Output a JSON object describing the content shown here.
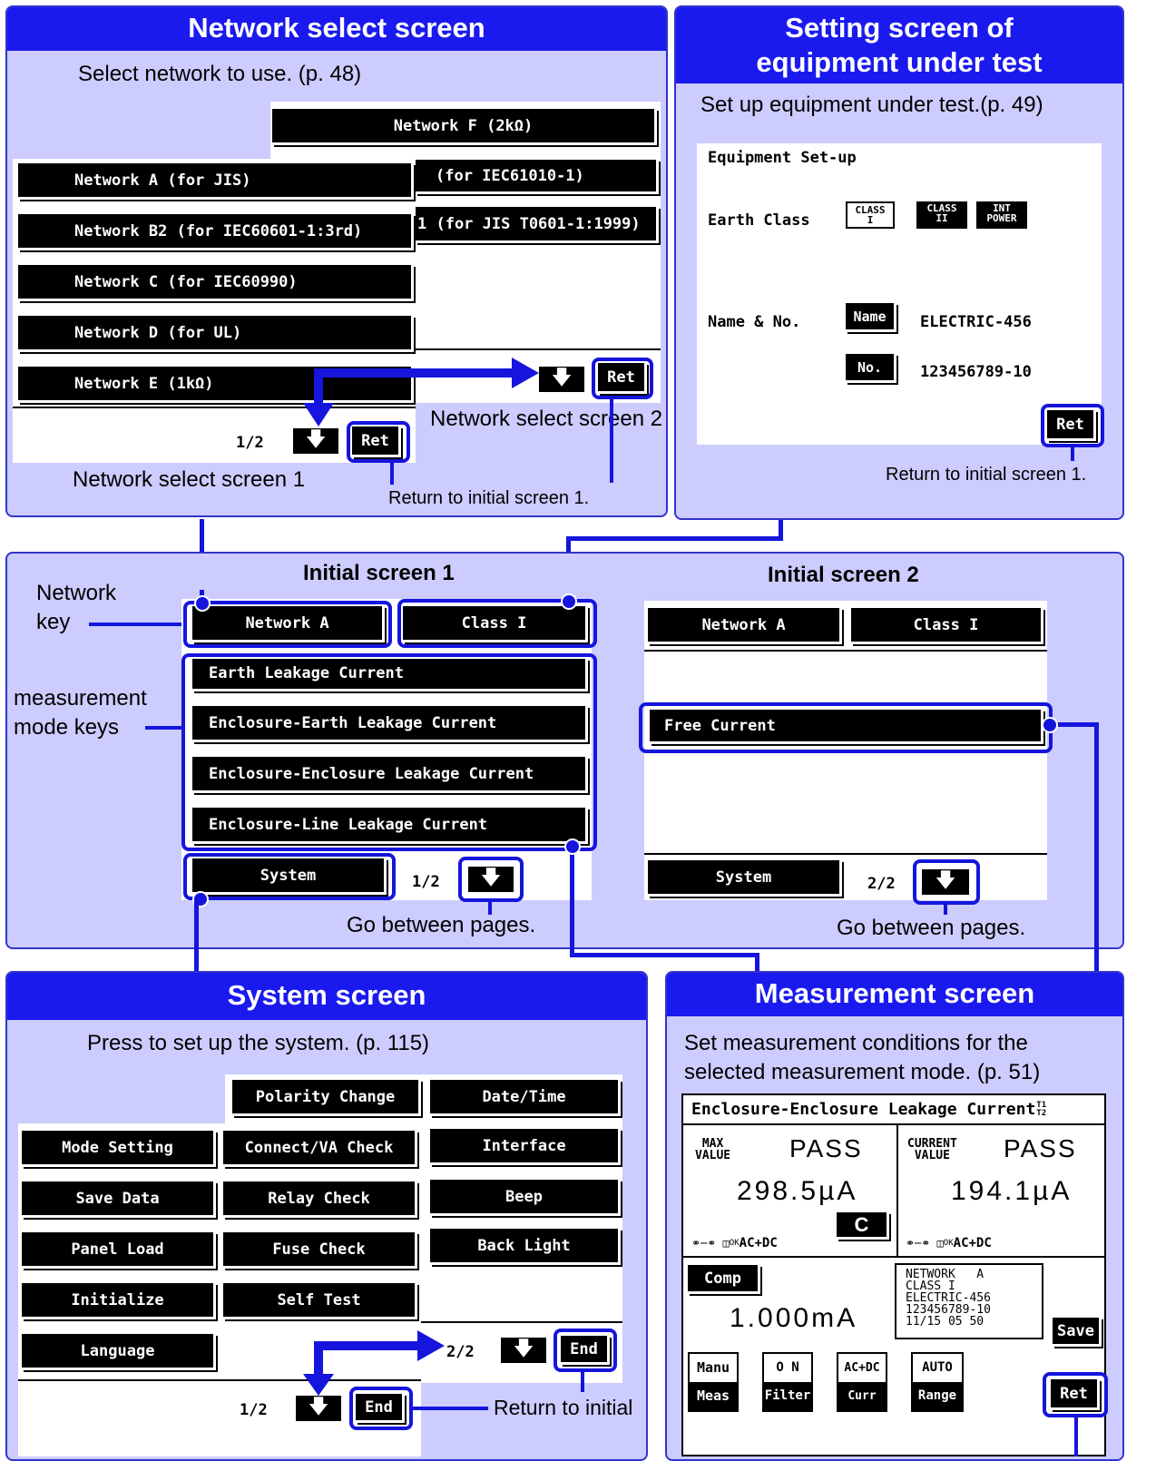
{
  "network_panel": {
    "title": "Network  select screen",
    "desc": "Select network to use. (p. 48)",
    "screen1_label": "Network select screen 1",
    "screen2_label": "Network select screen 2",
    "return_text": "Return to initial screen 1.",
    "page": "1/2",
    "ret": "Ret",
    "screen1_keys": [
      "Network A  (for JIS)",
      "Network B2 (for IEC60601-1:3rd)",
      "Network C  (for IEC60990)",
      "Network D  (for UL)",
      "Network E  (1kΩ)"
    ],
    "screen2_keys": [
      "Network F  (2kΩ)",
      "(for IEC61010-1)",
      "1 (for JIS T0601-1:1999)"
    ]
  },
  "equipment_panel": {
    "title_line1": "Setting screen of",
    "title_line2": "equipment under test",
    "desc": "Set up equipment under test.(p. 49)",
    "heading": "Equipment Set-up",
    "earth_class_label": "Earth Class",
    "class_keys": [
      "CLASS I",
      "CLASS II",
      "INT POWER"
    ],
    "name_no_label": "Name & No.",
    "name_key": "Name",
    "no_key": "No.",
    "name_value": "ELECTRIC-456",
    "no_value": "123456789-10",
    "ret": "Ret",
    "return_text": "Return to initial screen 1."
  },
  "initial_panel": {
    "screen1_title": "Initial screen 1",
    "screen2_title": "Initial screen 2",
    "network_key_label_1": "Network",
    "network_key_label_2": "key",
    "mode_keys_label_1": "measurement",
    "mode_keys_label_2": "mode keys",
    "network_key": "Network  A",
    "class_key": "Class I",
    "mode_keys": [
      "Earth Leakage Current",
      "Enclosure-Earth Leakage Current",
      "Enclosure-Enclosure Leakage Current",
      "Enclosure-Line Leakage Current"
    ],
    "free_current": "Free Current",
    "system_key": "System",
    "page1": "1/2",
    "page2": "2/2",
    "go_between_1": "Go between pages.",
    "go_between_2": "Go between pages."
  },
  "system_panel": {
    "title": "System screen",
    "desc": "Press to set up the system. (p. 115)",
    "left_keys": [
      "Mode Setting",
      "Save Data",
      "Panel Load",
      "Initialize",
      "Language"
    ],
    "mid_keys": [
      "Polarity Change",
      "Connect/VA Check",
      "Relay Check",
      "Fuse Check",
      "Self Test"
    ],
    "right_keys": [
      "Date/Time",
      "Interface",
      "Beep",
      "Back Light"
    ],
    "page1": "1/2",
    "page2": "2/2",
    "end": "End",
    "return_text": "Return to initial"
  },
  "measurement_panel": {
    "title": "Measurement screen",
    "desc_line1": "Set measurement conditions for the",
    "desc_line2": "selected measurement mode. (p. 51)",
    "header": "Enclosure-Enclosure Leakage Current",
    "superscript": "T1",
    "subscript": "T2",
    "max_label_1": "MAX",
    "max_label_2": "VALUE",
    "current_label_1": "CURRENT",
    "current_label_2": "VALUE",
    "max_status": "PASS",
    "current_status": "PASS",
    "max_value": "298.5µA",
    "current_value": "194.1µA",
    "c_key": "C",
    "ac_dc": "AC+DC",
    "ok": "OK",
    "comp_key": "Comp",
    "comp_value": "1.000mA",
    "info": "NETWORK   A\nCLASS I\nELECTRIC-456\n123456789-10\n11/15 05 50",
    "save_key": "Save",
    "bottom_keys": [
      {
        "top": "Manu",
        "bottom": "Meas"
      },
      {
        "top": "O N",
        "bottom": "Filter"
      },
      {
        "top": "AC+DC",
        "bottom": "Curr"
      },
      {
        "top": "AUTO",
        "bottom": "Range"
      }
    ],
    "ret": "Ret"
  },
  "colors": {
    "panel_bg": "#ccccff",
    "header_bg": "#1a1aee",
    "highlight": "#1515dd"
  }
}
